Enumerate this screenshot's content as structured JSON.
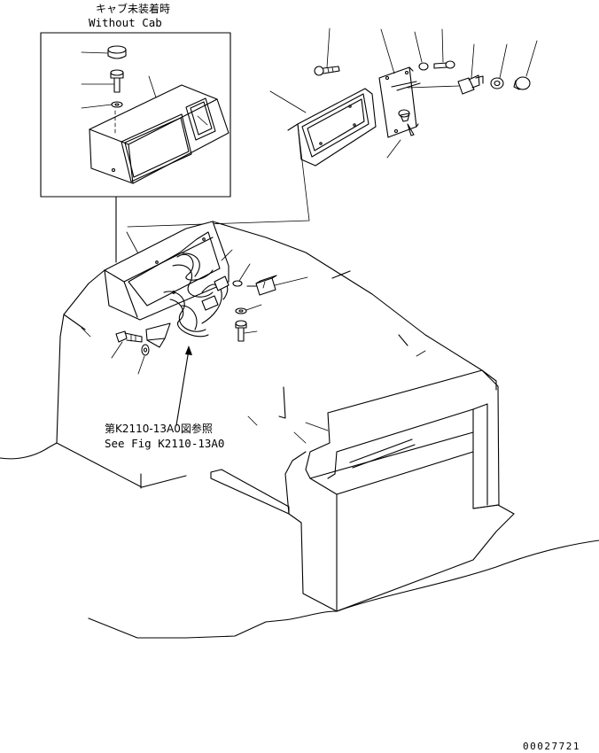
{
  "inset": {
    "title_jp": "キャブ未装着時",
    "title_en": "Without Cab"
  },
  "reference": {
    "jp": "第K2110-13A0図参照",
    "en": "See Fig K2110-13A0"
  },
  "drawing_number": "00027721"
}
